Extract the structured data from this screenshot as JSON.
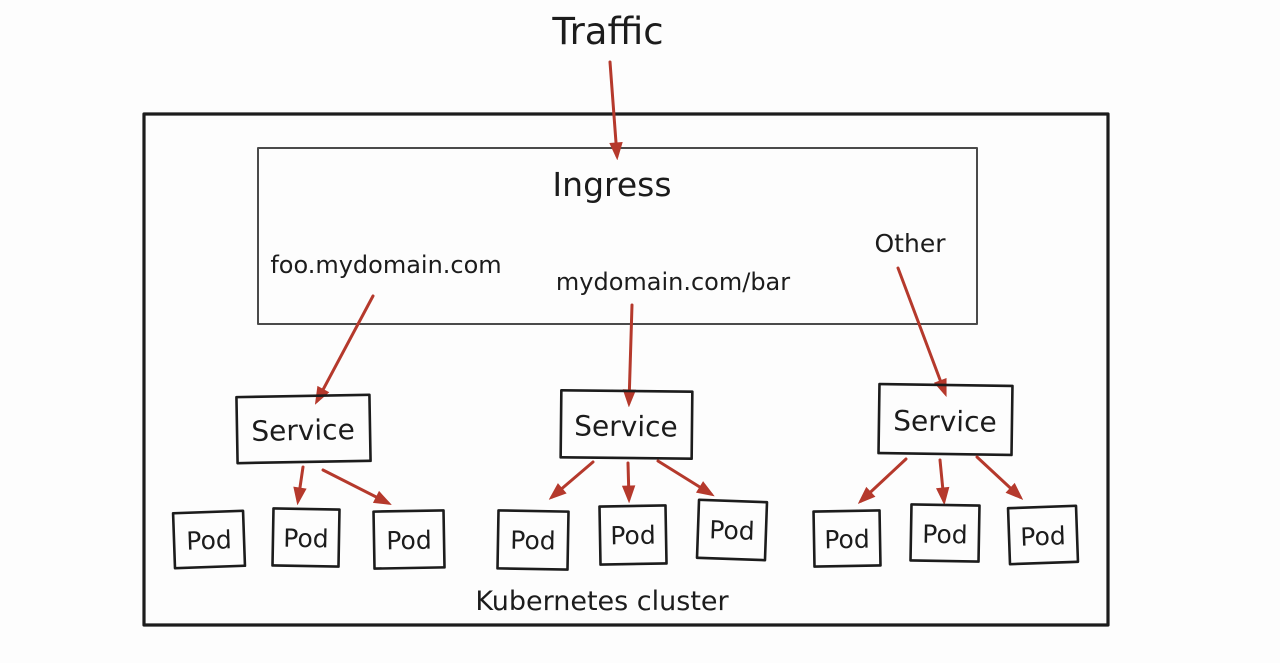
{
  "diagram": {
    "traffic_label": "Traffic",
    "ingress": {
      "label": "Ingress",
      "rules": {
        "host_rule": "foo.mydomain.com",
        "path_rule": "mydomain.com/bar",
        "other_rule": "Other"
      }
    },
    "service_label": "Service",
    "pod_label": "Pod",
    "cluster_label": "Kubernetes cluster",
    "colors": {
      "arrow_red": "#b5392c",
      "ink_black": "#1c1c1c",
      "ingress_border_gray": "#4a4a4a",
      "cluster_text_gray": "#8e8e8e"
    }
  }
}
